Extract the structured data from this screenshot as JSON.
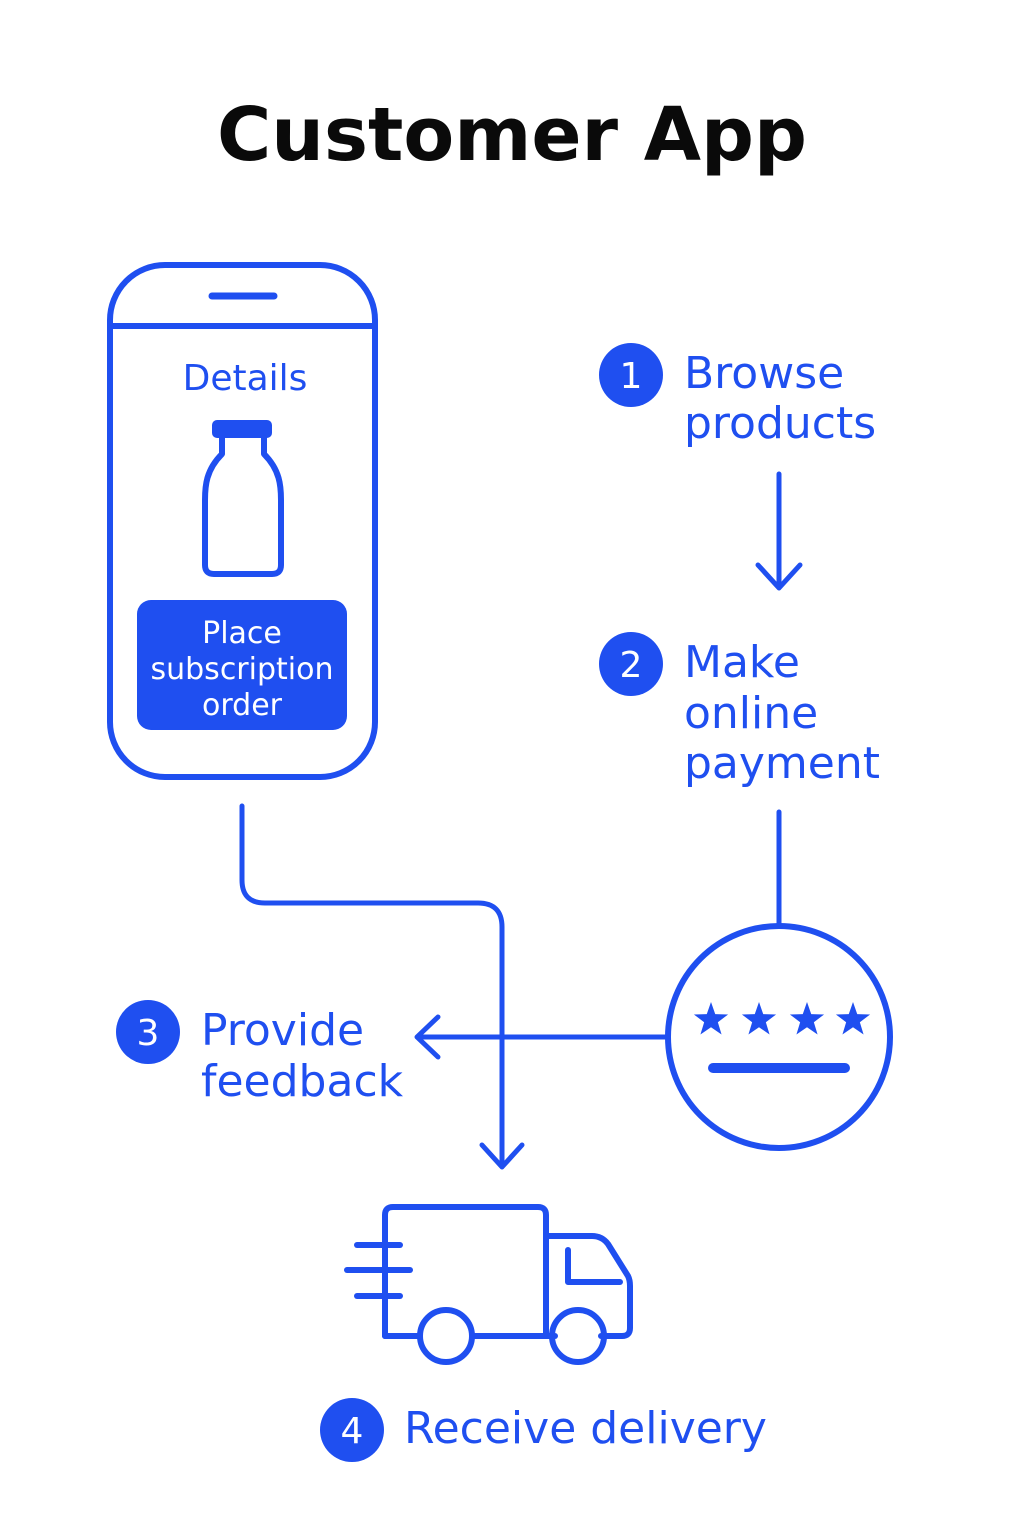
{
  "title": "Customer App",
  "colors": {
    "accent": "#1f4ff0",
    "title": "#0a0a0a",
    "background": "#ffffff"
  },
  "phone": {
    "heading": "Details",
    "button_lines": [
      "Place",
      "subscription",
      "order"
    ]
  },
  "steps": [
    {
      "number": "1",
      "lines": [
        "Browse",
        "products"
      ]
    },
    {
      "number": "2",
      "lines": [
        "Make",
        "online",
        "payment"
      ]
    },
    {
      "number": "3",
      "lines": [
        "Provide",
        "feedback"
      ]
    },
    {
      "number": "4",
      "lines": [
        "Receive delivery"
      ]
    }
  ],
  "icons": {
    "phone": "smartphone-icon",
    "bottle": "milk-bottle-icon",
    "rating": "rating-stars-icon",
    "truck": "delivery-truck-icon"
  }
}
